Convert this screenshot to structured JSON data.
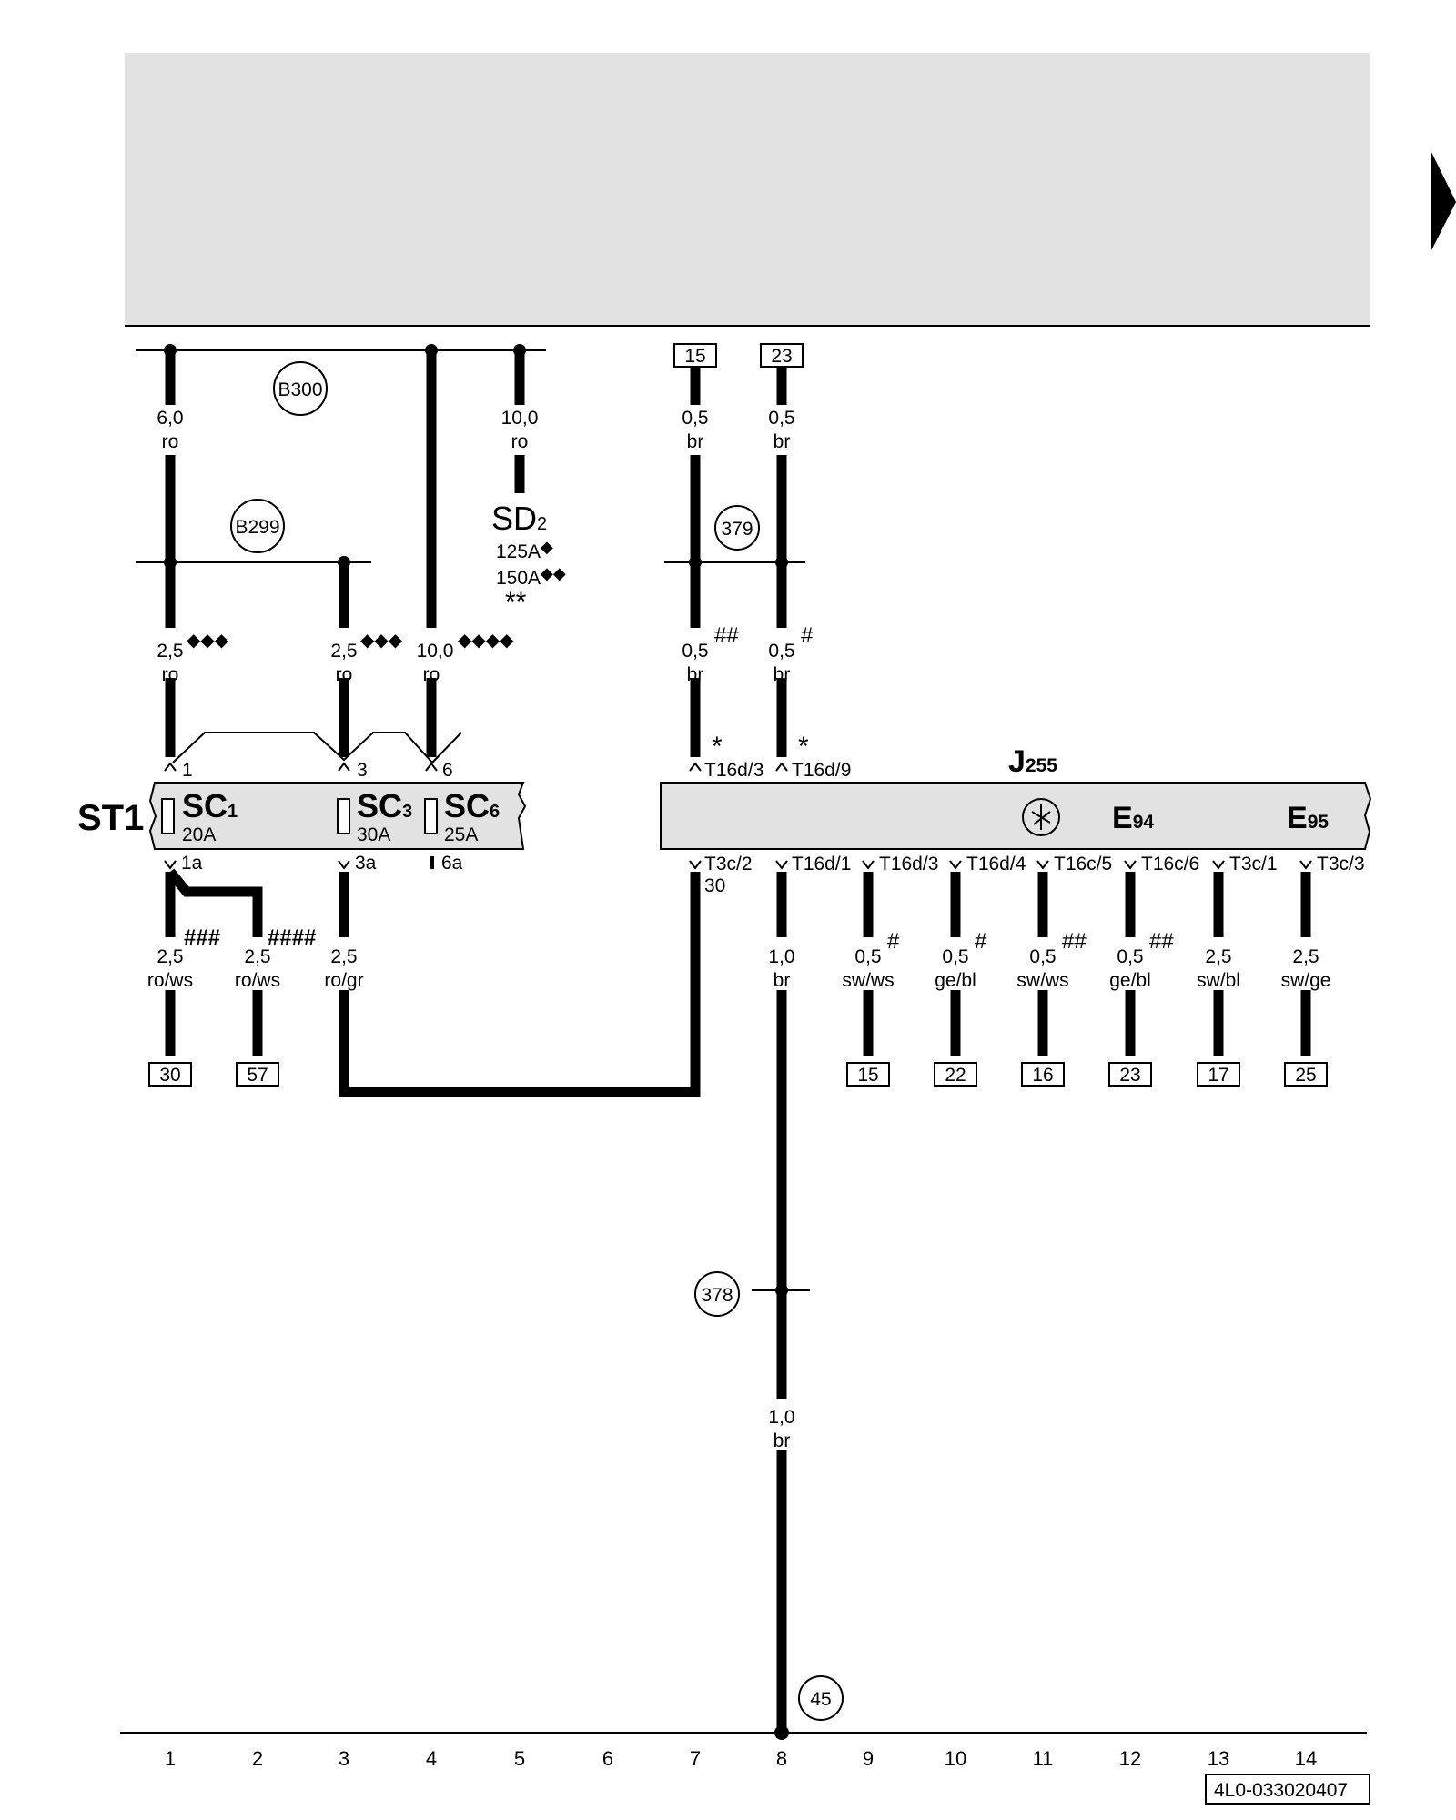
{
  "wire_labels": {
    "w_b300_1": {
      "gauge": "6,0",
      "color": "ro"
    },
    "w_sd2": {
      "gauge": "10,0",
      "color": "ro"
    },
    "w_15_top": {
      "gauge": "0,5",
      "color": "br"
    },
    "w_23_top": {
      "gauge": "0,5",
      "color": "br"
    },
    "w_sc1_in": {
      "gauge": "2,5",
      "color": "ro",
      "mark": "◆◆◆"
    },
    "w_sc3_in": {
      "gauge": "2,5",
      "color": "ro",
      "mark": "◆◆◆"
    },
    "w_sc6_in": {
      "gauge": "10,0",
      "color": "ro",
      "mark": "◆◆◆◆"
    },
    "w_t16d3": {
      "gauge": "0,5",
      "color": "br",
      "mark": "##"
    },
    "w_t16d9": {
      "gauge": "0,5",
      "color": "br",
      "mark": "#"
    },
    "w_out30": {
      "gauge": "2,5",
      "color": "ro/ws",
      "mark": "###"
    },
    "w_out57": {
      "gauge": "2,5",
      "color": "ro/ws",
      "mark": "####"
    },
    "w_out3a": {
      "gauge": "2,5",
      "color": "ro/gr"
    },
    "w_t16d1": {
      "gauge": "1,0",
      "color": "br"
    },
    "w_out15": {
      "gauge": "0,5",
      "color": "sw/ws",
      "mark": "#"
    },
    "w_out22": {
      "gauge": "0,5",
      "color": "ge/bl",
      "mark": "#"
    },
    "w_out16": {
      "gauge": "0,5",
      "color": "sw/ws",
      "mark": "##"
    },
    "w_out23": {
      "gauge": "0,5",
      "color": "ge/bl",
      "mark": "##"
    },
    "w_out17": {
      "gauge": "2,5",
      "color": "sw/bl"
    },
    "w_out25": {
      "gauge": "2,5",
      "color": "sw/ge"
    },
    "w_ground": {
      "gauge": "1,0",
      "color": "br"
    }
  },
  "connection_points": {
    "b300": "B300",
    "b299": "B299",
    "p379": "379",
    "p378": "378",
    "p45": "45"
  },
  "fuse_block": {
    "id": "ST1",
    "fuses": [
      {
        "name": "SC",
        "sub": "1",
        "rating": "20A",
        "pin_in": "1",
        "pin_out": "1a"
      },
      {
        "name": "SC",
        "sub": "3",
        "rating": "30A",
        "pin_in": "3",
        "pin_out": "3a"
      },
      {
        "name": "SC",
        "sub": "6",
        "rating": "25A",
        "pin_in": "6",
        "pin_out": "6a"
      }
    ]
  },
  "sd2": {
    "name": "SD",
    "sub": "2",
    "rating_1": "125A",
    "rating_1_mark": "◆",
    "rating_2": "150A",
    "rating_2_mark": "◆◆",
    "note": "**"
  },
  "control_unit": {
    "name": "J",
    "sub": "255",
    "e94_name": "E",
    "e94_sub": "94",
    "e95_name": "E",
    "e95_sub": "95",
    "top_pins": [
      "T16d/3",
      "T16d/9"
    ],
    "top_pin_notes": [
      "*",
      "*"
    ],
    "bottom_pins": [
      "T3c/2",
      "T16d/1",
      "T16d/3",
      "T16d/4",
      "T16c/5",
      "T16c/6",
      "T3c/1",
      "T3c/3"
    ],
    "t3c2_extra": "30"
  },
  "terminal_refs": {
    "top_left": "15",
    "top_right": "23",
    "bottom": [
      "30",
      "57",
      "15",
      "22",
      "16",
      "23",
      "17",
      "25"
    ]
  },
  "column_numbers": [
    "1",
    "2",
    "3",
    "4",
    "5",
    "6",
    "7",
    "8",
    "9",
    "10",
    "11",
    "12",
    "13",
    "14"
  ],
  "document_code": "4L0-033020407"
}
